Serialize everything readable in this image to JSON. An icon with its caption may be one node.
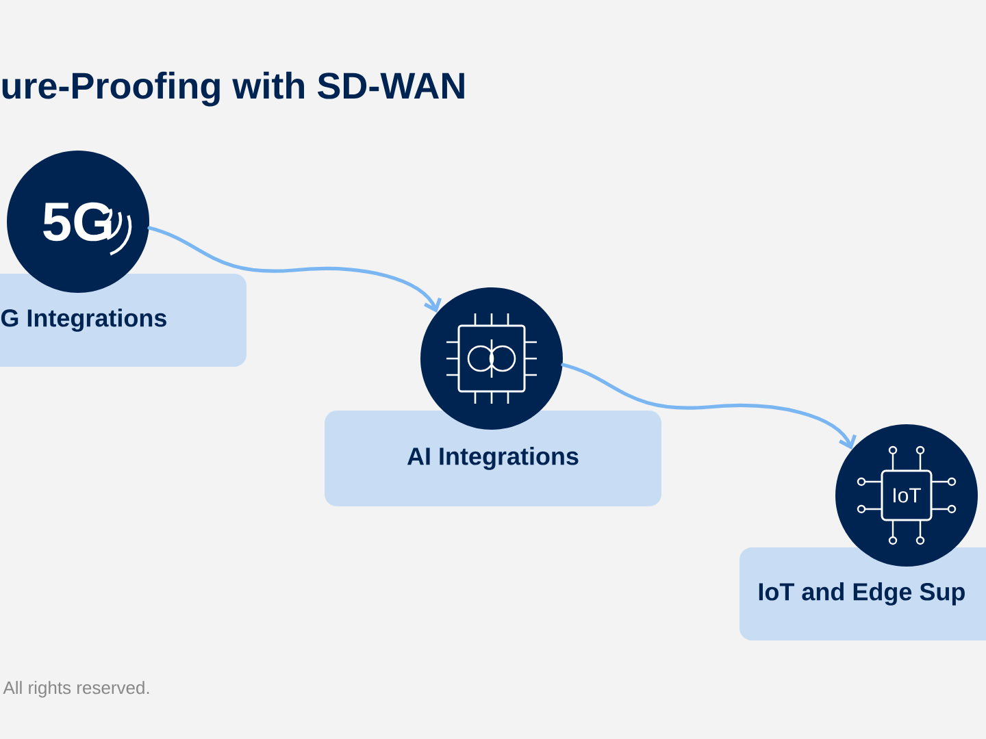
{
  "diagram": {
    "title": "ure-Proofing with SD-WAN",
    "nodes": [
      {
        "text": [
          "5G"
        ]
      },
      {
        "text": [
          "G Integrations"
        ]
      },
      {
        "text": [],
        "shape": "circle"
      },
      {
        "text": [
          "AI Integrations"
        ]
      },
      {
        "text": [
          "IoT"
        ]
      },
      {
        "text": [
          "IoT and Edge Sup"
        ]
      }
    ],
    "edges": [
      {
        "from": 0,
        "to": 2,
        "arrow": "to"
      },
      {
        "from": 2,
        "to": 4,
        "arrow": "to"
      }
    ],
    "labels": [
      "All rights reserved."
    ]
  }
}
